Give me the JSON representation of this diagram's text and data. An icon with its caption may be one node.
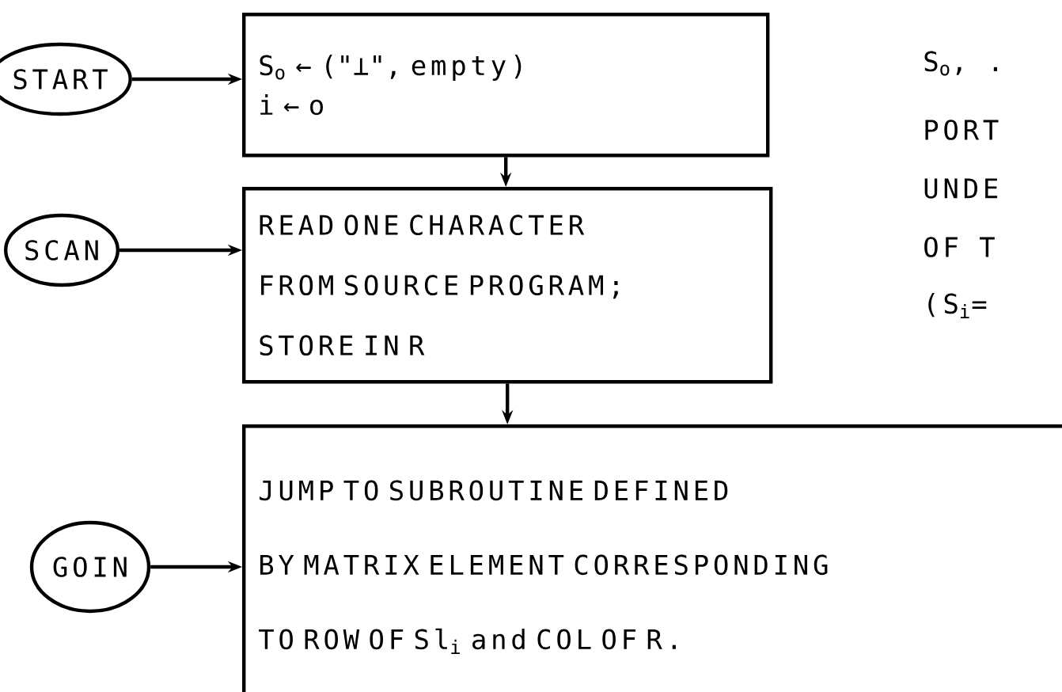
{
  "diagram": {
    "nodes": [
      {
        "text": [
          "START"
        ]
      },
      {
        "text": [
          "S$_{o}$ ← (\"⊥\", empty)",
          "i ← o"
        ]
      },
      {
        "text": [
          "SCAN"
        ]
      },
      {
        "text": [
          "READ ONE CHARACTER",
          "FROM SOURCE PROGRAM;",
          "STORE IN R"
        ]
      },
      {
        "text": [
          "GOIN"
        ]
      },
      {
        "text": [
          "JUMP TO SUBROUTINE DEFINED",
          "BY MATRIX ELEMENT CORRESPONDING",
          "TO ROW OF Sl$_{i}$ and COL OF R."
        ]
      }
    ],
    "edges": [
      {
        "from": 0,
        "to": 1,
        "arrow": "to"
      },
      {
        "from": 1,
        "to": 3,
        "arrow": "to"
      },
      {
        "from": 2,
        "to": 3,
        "arrow": "to"
      },
      {
        "from": 3,
        "to": 5,
        "arrow": "to"
      },
      {
        "from": 4,
        "to": 5,
        "arrow": "to"
      }
    ],
    "labels": [
      "S$_{o}$, .",
      "PORT",
      "UNDE",
      "OF T",
      "(S$_{i}$="
    ]
  }
}
